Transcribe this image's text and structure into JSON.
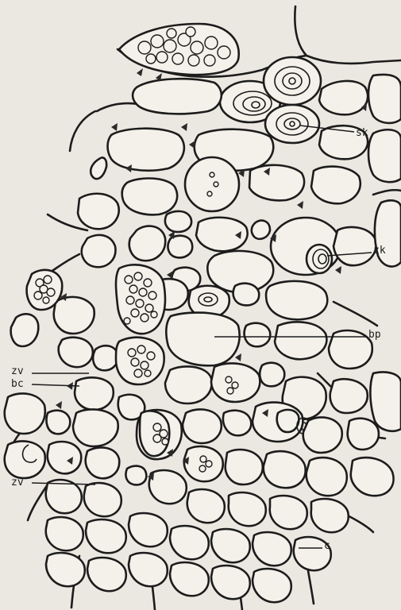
{
  "figure": {
    "labels": {
      "sk": "sk",
      "zk": "zk",
      "bp": "bp",
      "zv1": "zv",
      "bc": "bc",
      "zv2": "zv",
      "c": "c"
    }
  },
  "colors": {
    "paper": "#ebe8e1",
    "ink": "#1c1c1c"
  }
}
